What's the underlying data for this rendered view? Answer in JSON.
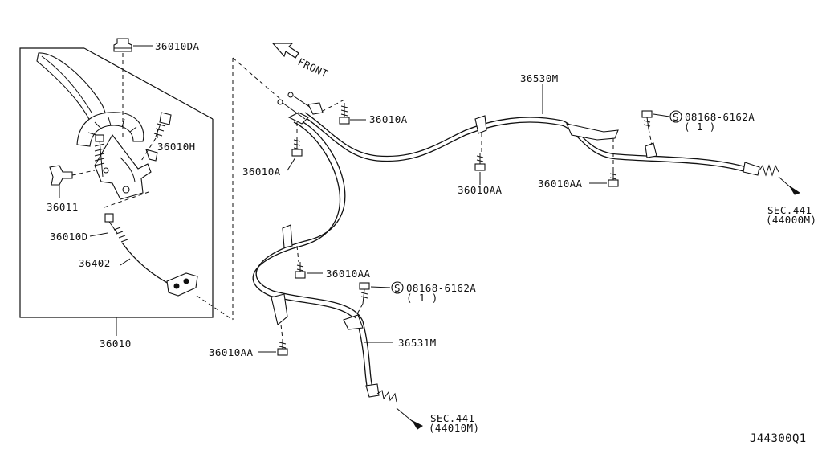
{
  "labels": {
    "p36010DA": "36010DA",
    "p36010H": "36010H",
    "p36011": "36011",
    "p36010D": "36010D",
    "p36402": "36402",
    "p36010": "36010",
    "front": "FRONT",
    "p36010A_top": "36010A",
    "p36010A_left": "36010A",
    "p36530M": "36530M",
    "p36010AA_mid": "36010AA",
    "p36010AA_right": "36010AA",
    "bolt_right_code": "08168-6162A",
    "bolt_right_qty": "( 1 )",
    "sec_right_a": "SEC.441",
    "sec_right_b": "(44000M)",
    "p36010AA_center": "36010AA",
    "bolt_center_code": "08168-6162A",
    "bolt_center_qty": "( 1 )",
    "p36531M": "36531M",
    "p36010AA_left": "36010AA",
    "sec_bottom_a": "SEC.441",
    "sec_bottom_b": "(44010M)",
    "bolt_symbol": "S",
    "diagram_code": "J44300Q1"
  }
}
